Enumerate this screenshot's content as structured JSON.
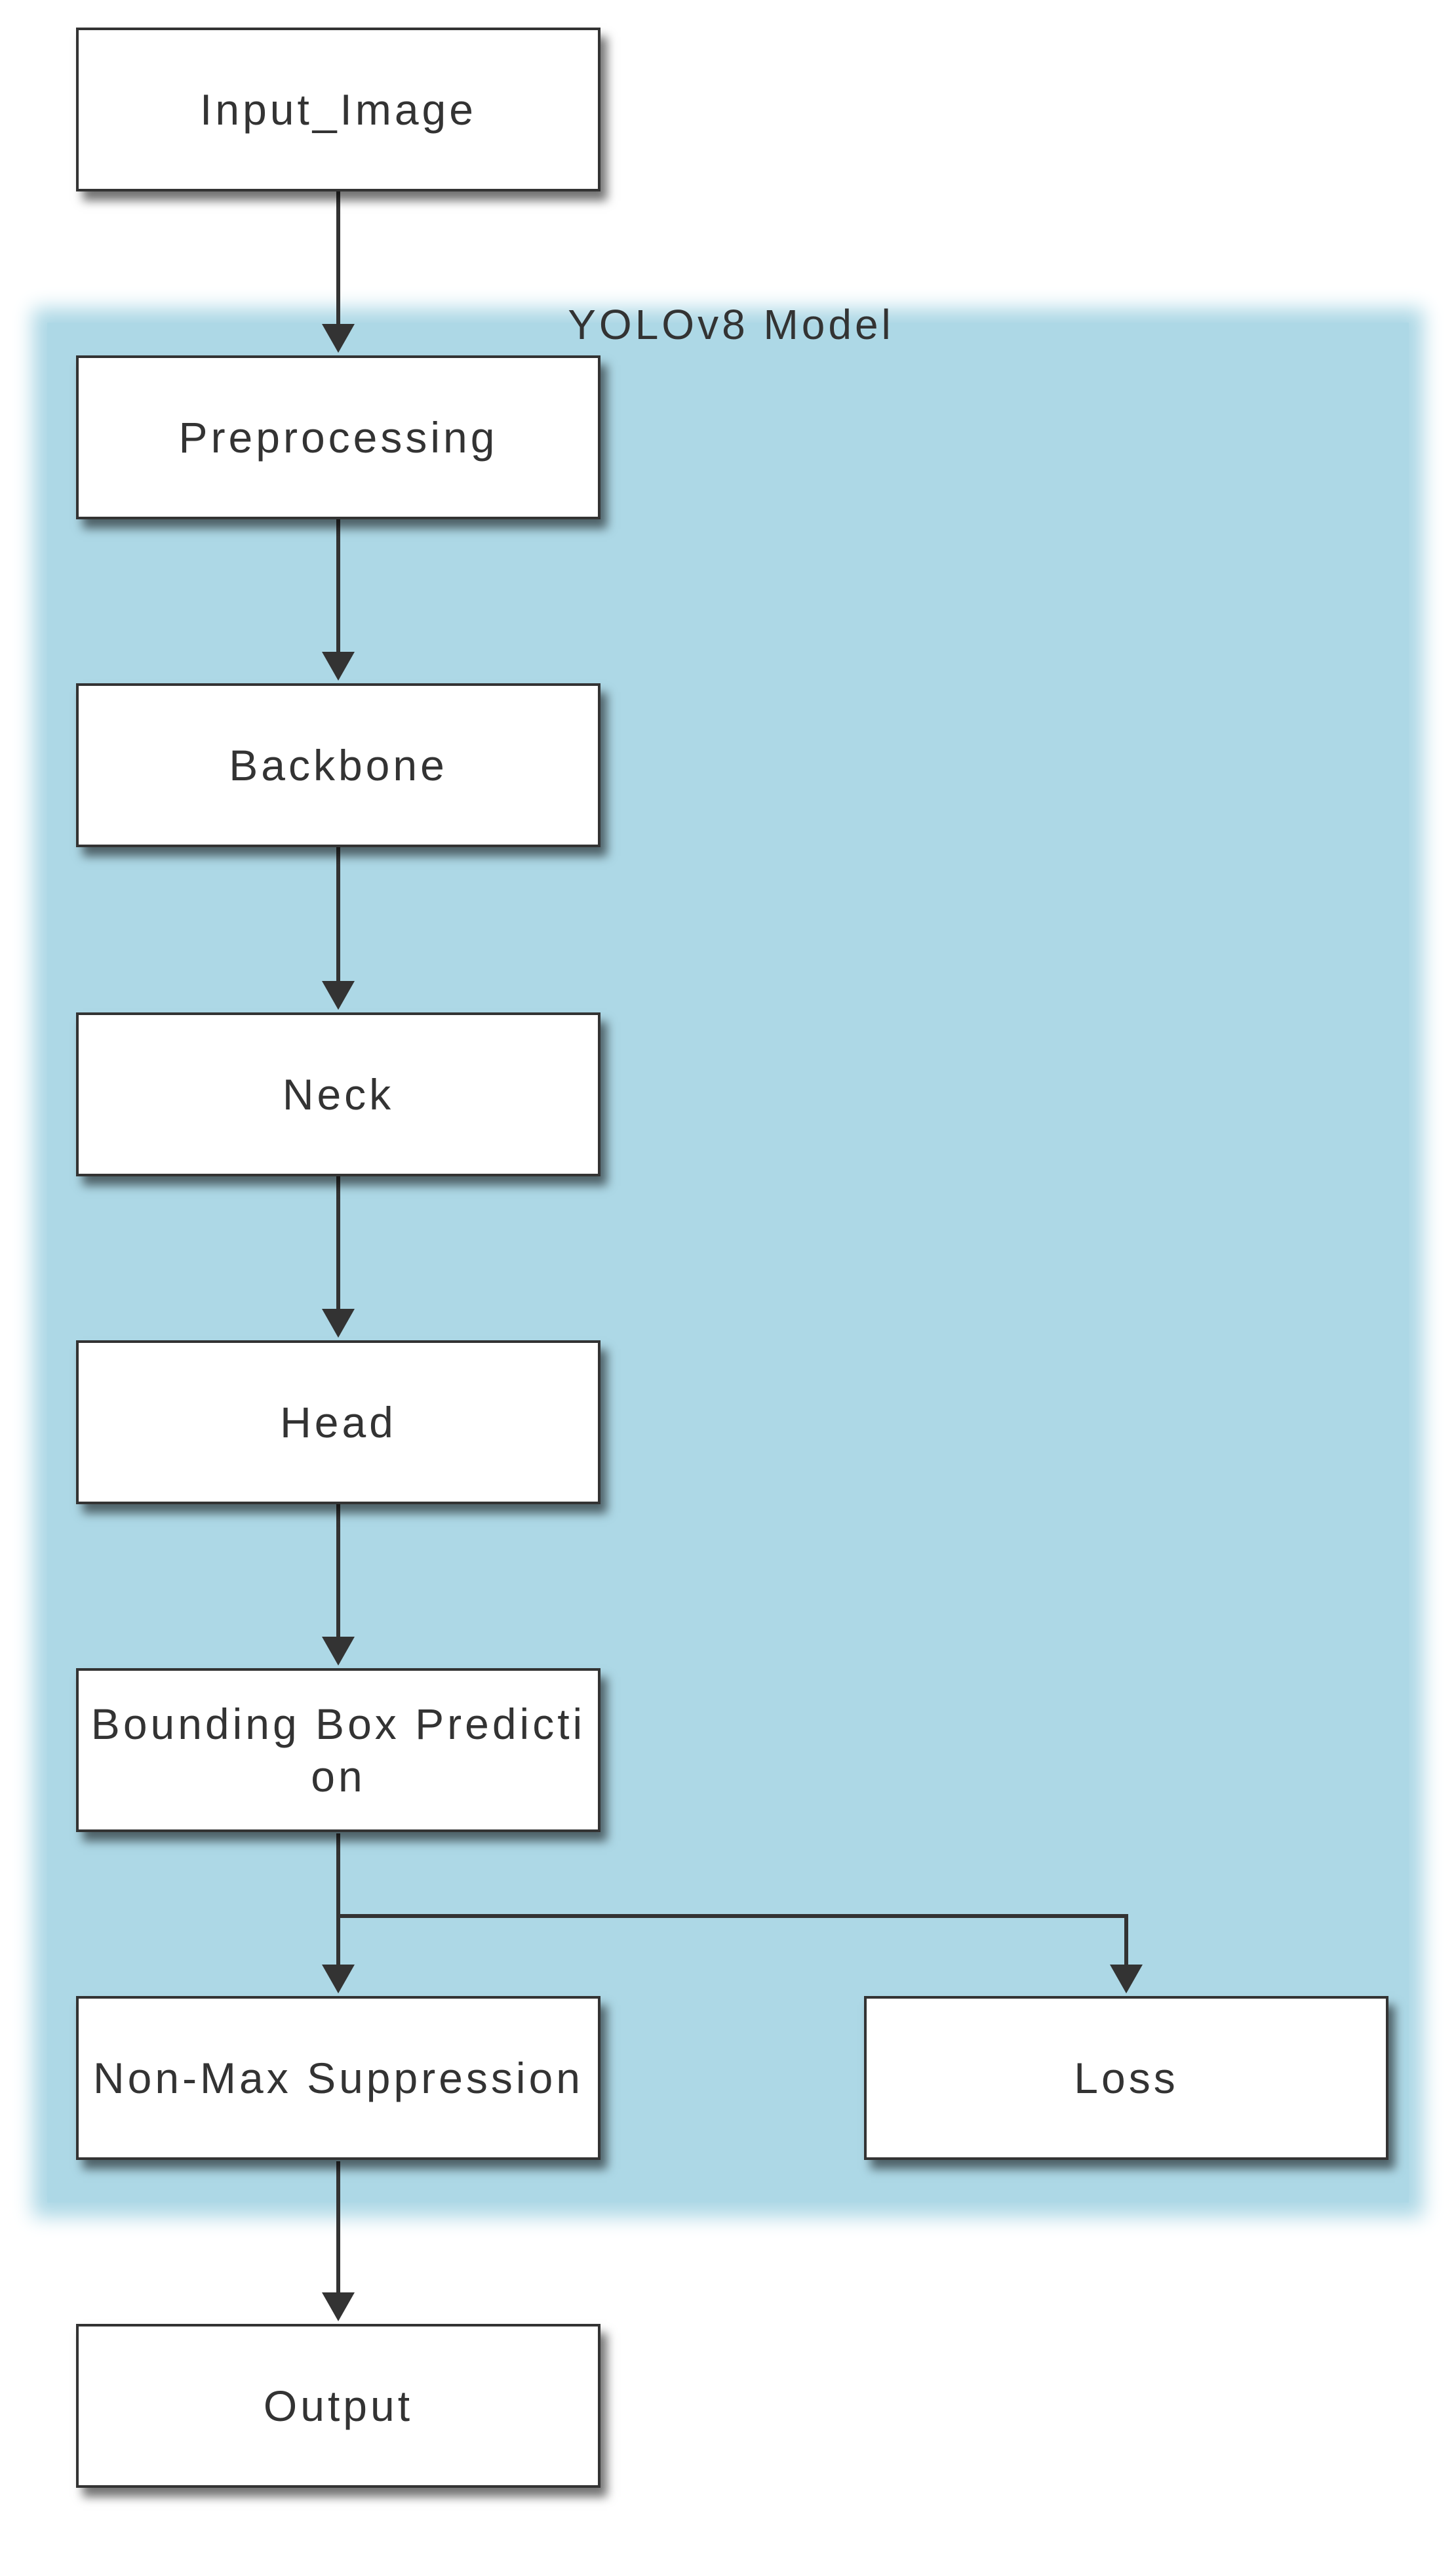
{
  "diagram": {
    "cluster": {
      "label": "YOLOv8 Model",
      "fill": "#add8e6"
    },
    "nodes": {
      "input_image": "Input_Image",
      "preprocessing": "Preprocessing",
      "backbone": "Backbone",
      "neck": "Neck",
      "head": "Head",
      "bbox_prediction": "Bounding Box Prediction",
      "nms": "Non-Max Suppression",
      "loss": "Loss",
      "output": "Output"
    },
    "edges": [
      [
        "Input_Image",
        "Preprocessing"
      ],
      [
        "Preprocessing",
        "Backbone"
      ],
      [
        "Backbone",
        "Neck"
      ],
      [
        "Neck",
        "Head"
      ],
      [
        "Head",
        "Bounding Box Prediction"
      ],
      [
        "Bounding Box Prediction",
        "Non-Max Suppression"
      ],
      [
        "Bounding Box Prediction",
        "Loss"
      ],
      [
        "Non-Max Suppression",
        "Output"
      ]
    ],
    "colors": {
      "stroke": "#333333",
      "node_fill": "#ffffff",
      "text": "#333333"
    }
  }
}
